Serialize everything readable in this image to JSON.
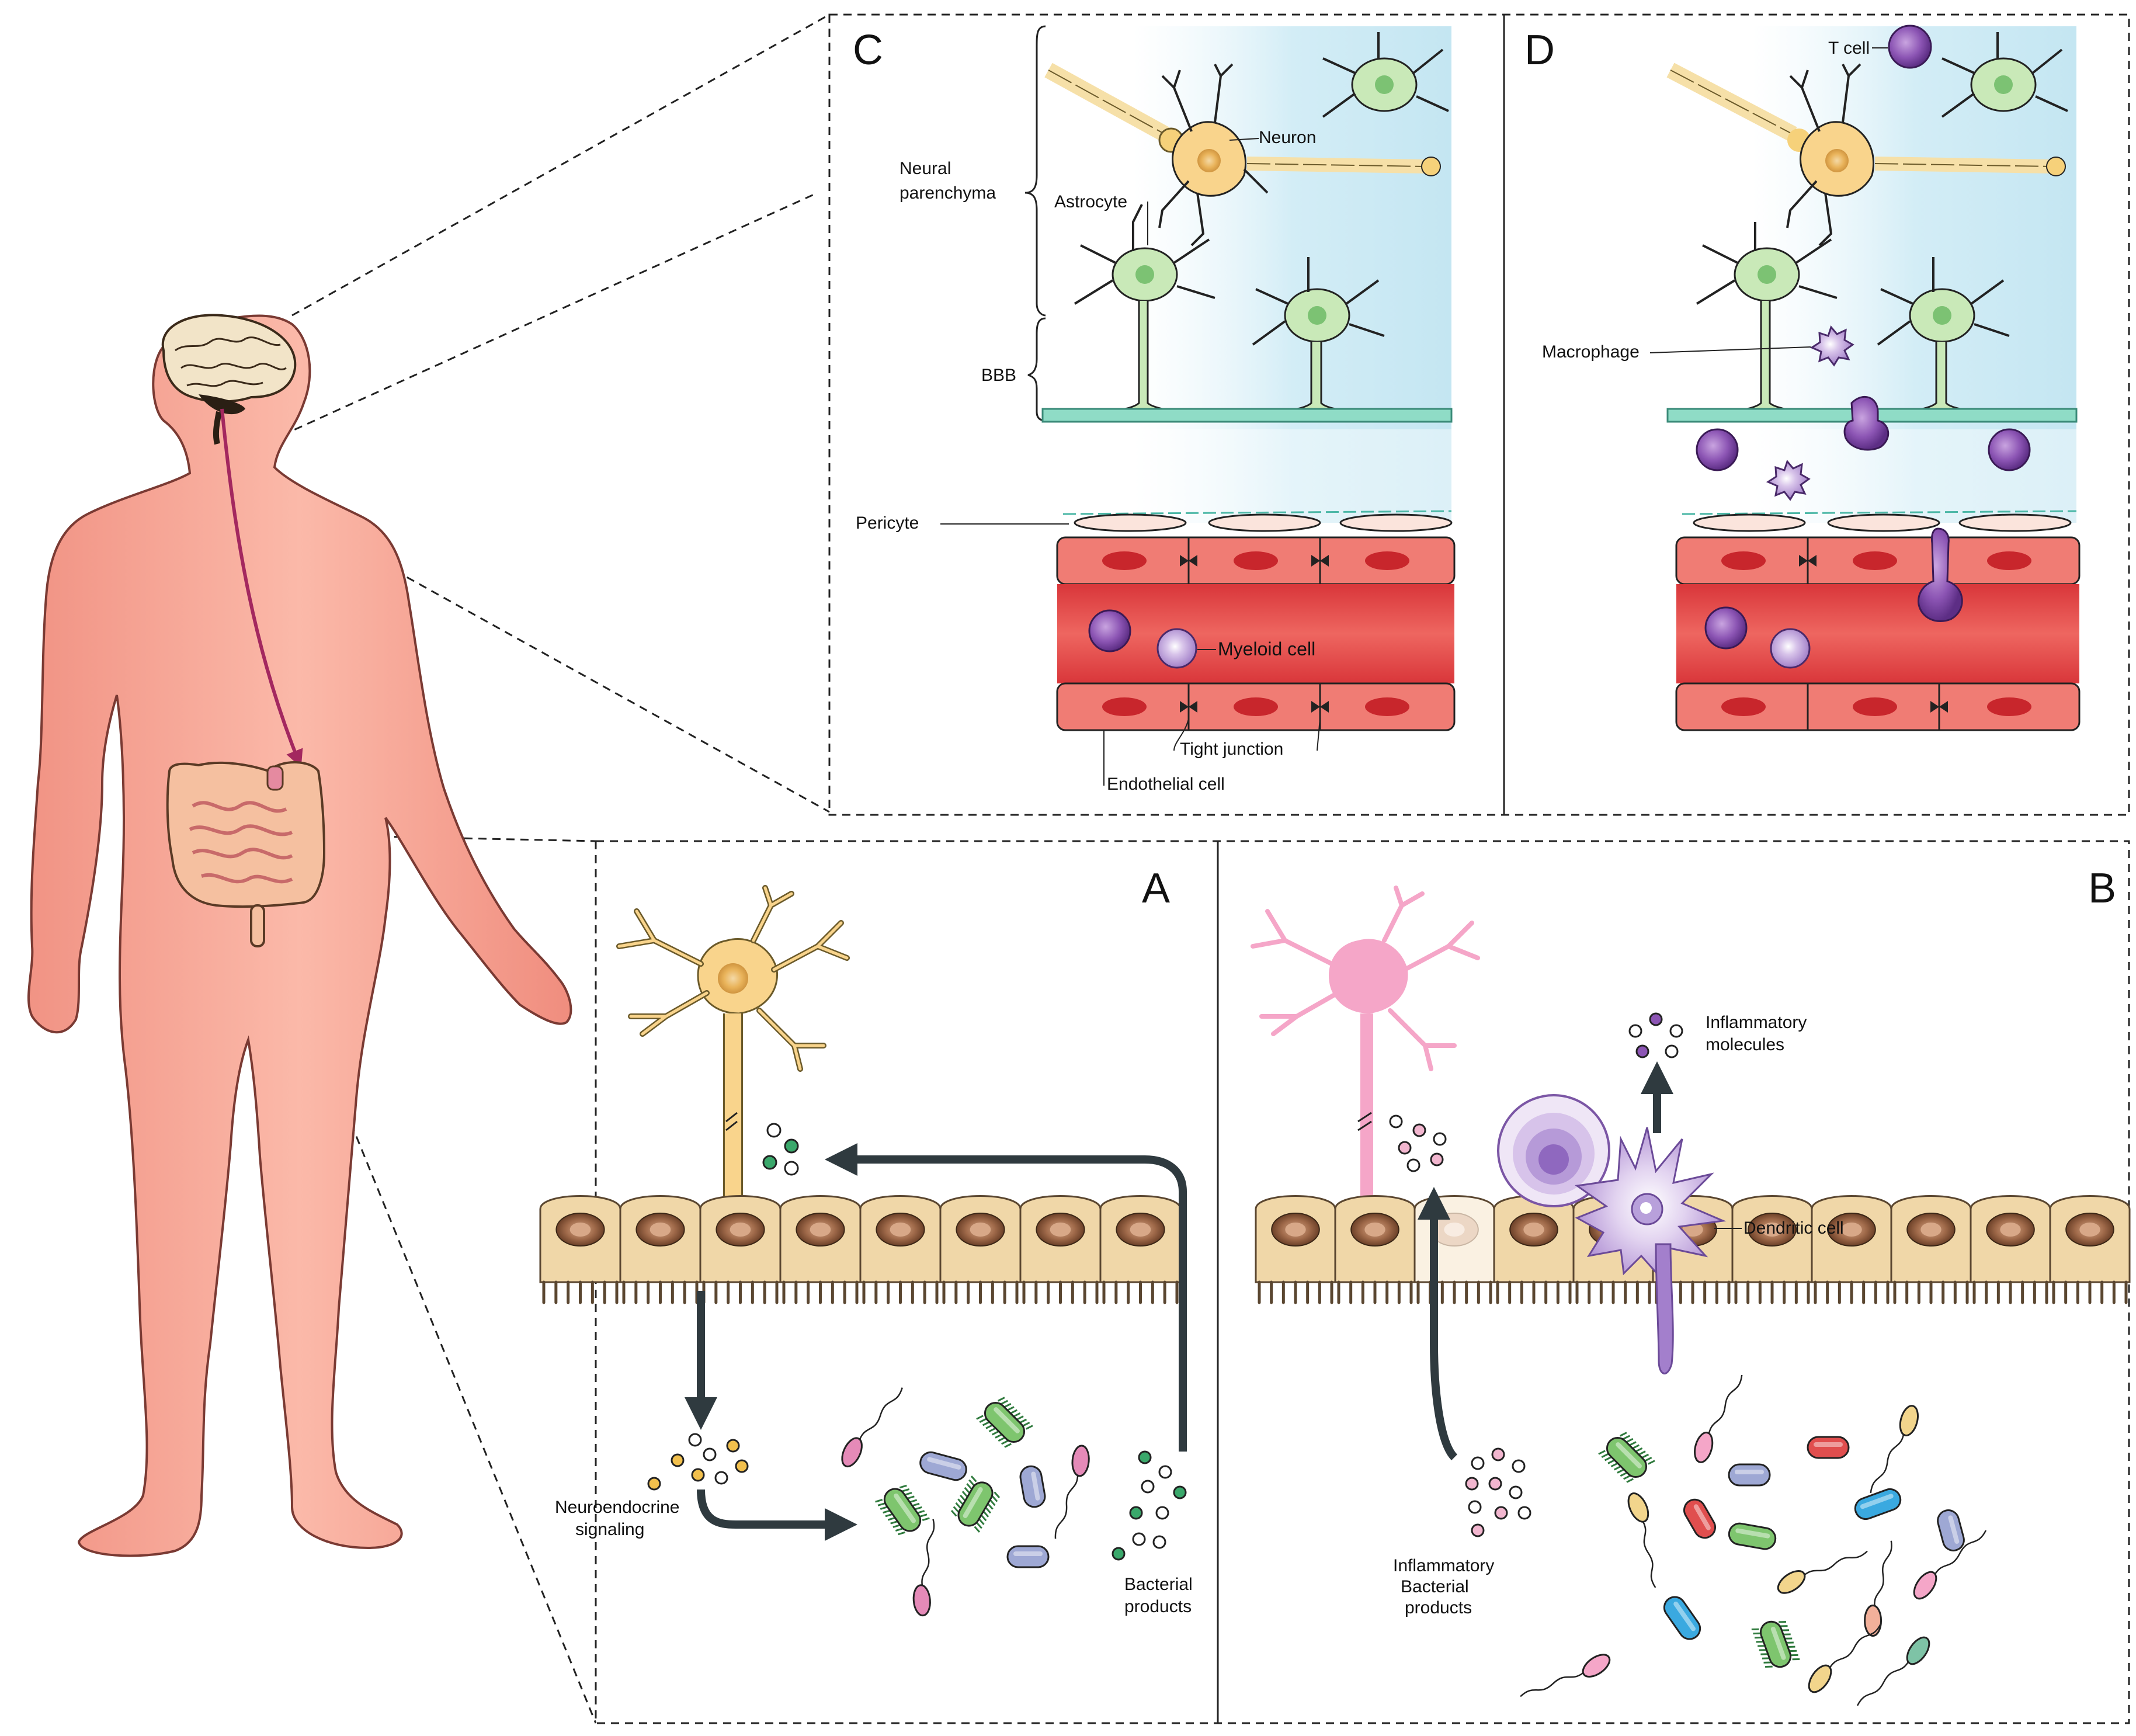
{
  "panels": {
    "A": {
      "letter": "A",
      "neuroendocrine": [
        "Neuroendocrine",
        "signaling"
      ],
      "bacterial": [
        "Bacterial",
        "products"
      ]
    },
    "B": {
      "letter": "B",
      "inflammatory_molecules": [
        "Inflammatory",
        "molecules"
      ],
      "dendritic": "Dendritic cell",
      "inflammatory_bacterial": [
        "Inflammatory",
        "Bacterial",
        "products"
      ]
    },
    "C": {
      "letter": "C",
      "neural_parenchyma": [
        "Neural",
        "parenchyma"
      ],
      "astrocyte": "Astrocyte",
      "neuron": "Neuron",
      "bbb": "BBB",
      "pericyte": "Pericyte",
      "myeloid": "Myeloid cell",
      "tight_junction": "Tight junction",
      "endothelial": "Endothelial cell"
    },
    "D": {
      "letter": "D",
      "tcell": "T cell",
      "macrophage": "Macrophage"
    }
  },
  "colors": {
    "body": "#f6a596",
    "body_stroke": "#7a3a33",
    "neuron_A": "#f9d48c",
    "neuron_B": "#f5a6c8",
    "astrocyte": "#c9e9b8",
    "vessel": "#e8554f",
    "vessel_nucleus": "#c8262c",
    "bbb_band": "#7fd3c0",
    "epithelium": "#f0d7a8",
    "nucleus": "#8a5a3a",
    "immune_purple": "#8c55b4",
    "arrow": "#2f3a3f",
    "arrow_magenta": "#a3285f"
  }
}
